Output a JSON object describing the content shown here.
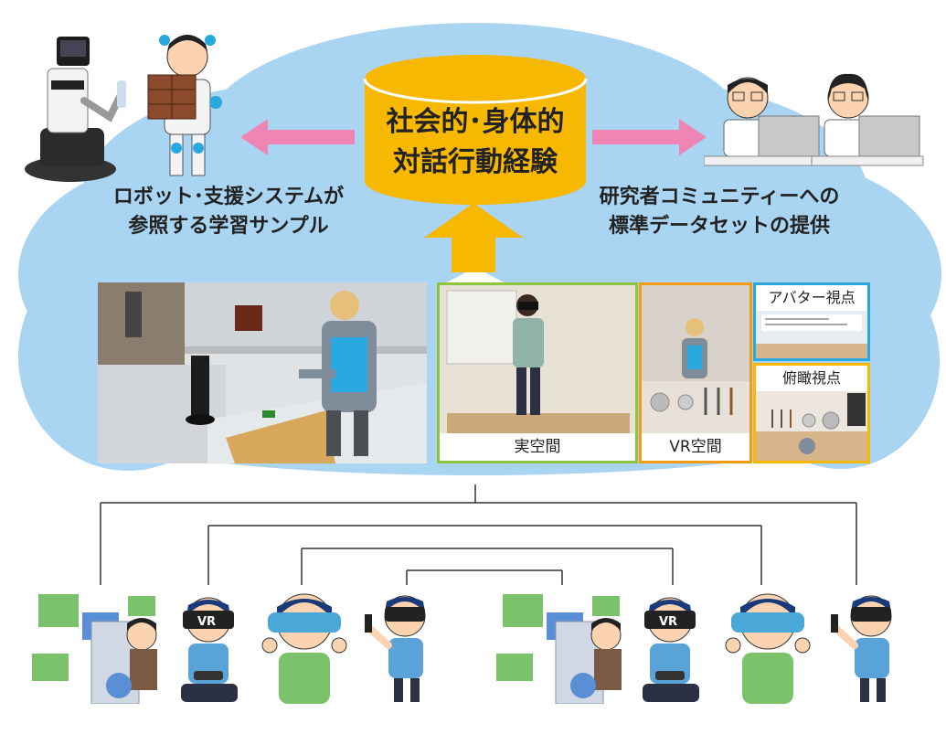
{
  "center": {
    "line1": "社会的･身体的",
    "line2": "対話行動経験"
  },
  "left_caption": {
    "line1": "ロボット･支援システムが",
    "line2": "参照する学習サンプル"
  },
  "right_caption": {
    "line1": "研究者コミュニティーへの",
    "line2": "標準データセットの提供"
  },
  "panels": {
    "real": "実空間",
    "vr": "VR空間",
    "avatar": "アバター視点",
    "birdseye": "俯瞰視点"
  },
  "vr_label": "VR",
  "colors": {
    "cloud": "#a9d4f2",
    "cylinder": "#f6b800",
    "arrow_pink": "#ee85b5",
    "arrow_yellow": "#f6b800",
    "frame_real": "#8cc63f",
    "frame_vr": "#f39c12",
    "frame_avatar": "#29a8e0",
    "frame_birdseye": "#f6b800"
  }
}
